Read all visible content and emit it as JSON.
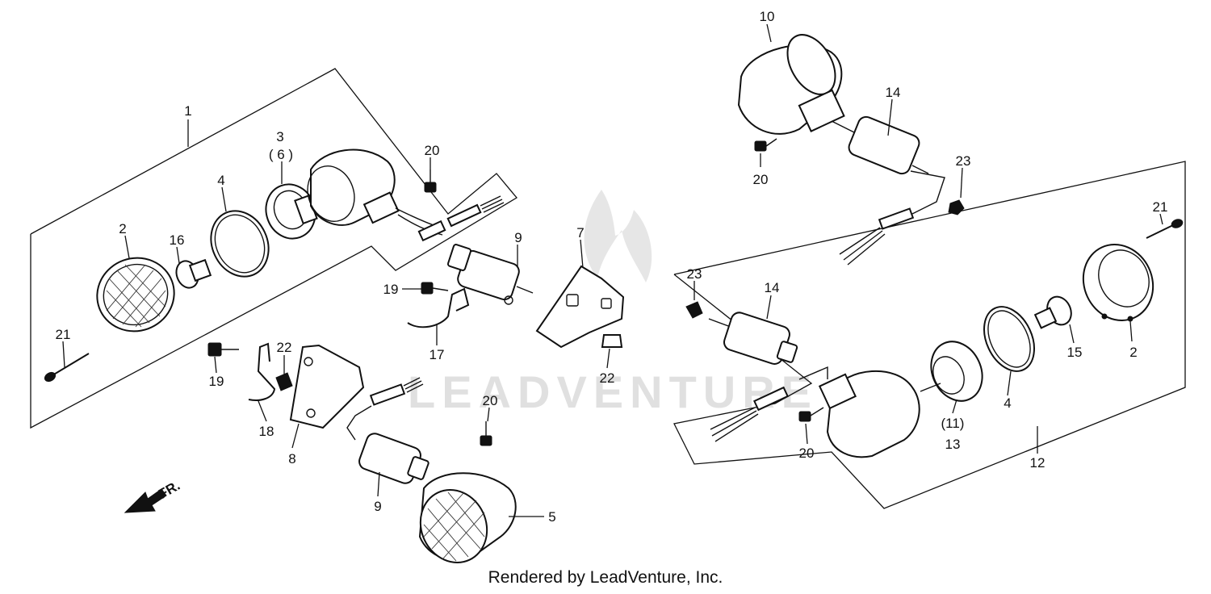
{
  "diagram": {
    "callouts": {
      "c1": "1",
      "c2a": "2",
      "c3": "3",
      "c6": "( 6 )",
      "c4a": "4",
      "c16": "16",
      "c20a": "20",
      "c21a": "21",
      "c9a": "9",
      "c19a": "19",
      "c17": "17",
      "c7": "7",
      "c22a": "22",
      "c22b": "22",
      "c19b": "19",
      "c18": "18",
      "c8": "8",
      "c20b": "20",
      "c9b": "9",
      "c5": "5",
      "c10": "10",
      "c14a": "14",
      "c23a": "23",
      "c20c": "20",
      "c21b": "21",
      "c23b": "23",
      "c14b": "14",
      "c2b": "2",
      "c15": "15",
      "c4b": "4",
      "c11": "(11)",
      "c13": "13",
      "c20d": "20",
      "c12": "12"
    },
    "direction_label": "FR.",
    "watermark": "LEADVENTURE"
  },
  "footer": {
    "credit": "Rendered by LeadVenture, Inc."
  }
}
